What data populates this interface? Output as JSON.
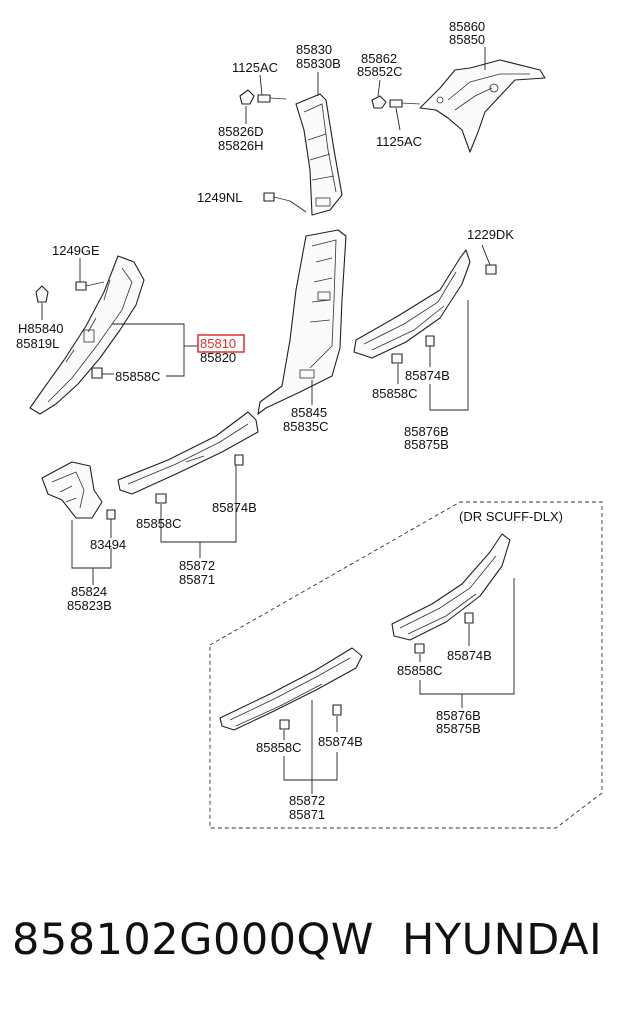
{
  "diagram": {
    "labels": {
      "l85860": "85860",
      "l85850": "85850",
      "l85830": "85830",
      "l85830b": "85830B",
      "l1125ac_a": "1125AC",
      "l85862": "85862",
      "l85852c": "85852C",
      "l85826d": "85826D",
      "l85826h": "85826H",
      "l1125ac_b": "1125AC",
      "l1249nl": "1249NL",
      "l1249ge": "1249GE",
      "l1229dk": "1229DK",
      "lh85840": "H85840",
      "l85819l": "85819L",
      "l85810": "85810",
      "l85820": "85820",
      "l85858c_a": "85858C",
      "l85845": "85845",
      "l85835c": "85835C",
      "l85874b_a": "85874B",
      "l85858c_b": "85858C",
      "l85876b_a": "85876B",
      "l85875b_a": "85875B",
      "l85858c_c": "85858C",
      "l85874b_b": "85874B",
      "l85872_a": "85872",
      "l85871_a": "85871",
      "l83494": "83494",
      "l85824": "85824",
      "l85823b": "85823B",
      "dr_scuff": "(DR SCUFF-DLX)",
      "l85874b_c": "85874B",
      "l85858c_d": "85858C",
      "l85876b_b": "85876B",
      "l85875b_b": "85875B",
      "l85858c_e": "85858C",
      "l85874b_d": "85874B",
      "l85872_b": "85872",
      "l85871_b": "85871"
    },
    "highlight_color": "#e03030"
  },
  "footer": {
    "part_number": "858102G000QW",
    "brand": "HYUNDAI"
  }
}
